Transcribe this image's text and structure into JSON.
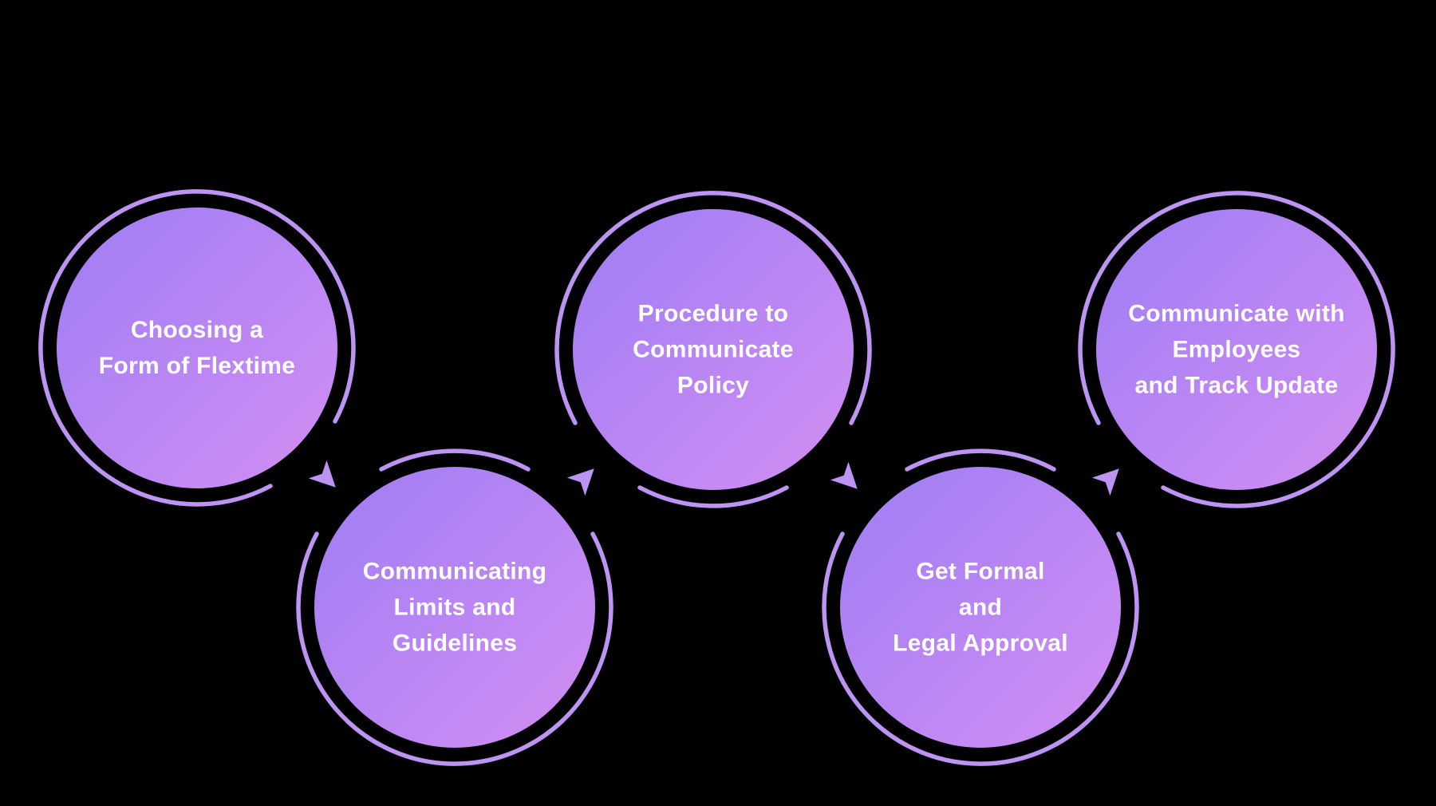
{
  "background_color": "#000000",
  "diagram": {
    "type": "circular-process-flow",
    "title": "",
    "nodes": [
      {
        "id": 1,
        "label": "Choosing a\nForm of Flextime"
      },
      {
        "id": 2,
        "label": "Communicating\nLimits and\nGuidelines"
      },
      {
        "id": 3,
        "label": "Procedure to\nCommunicate\nPolicy"
      },
      {
        "id": 4,
        "label": "Get Formal\nand\nLegal Approval"
      },
      {
        "id": 5,
        "label": "Communicate with\nEmployees\nand Track Update"
      }
    ],
    "connections": [
      {
        "from": 1,
        "to": 2
      },
      {
        "from": 2,
        "to": 3
      },
      {
        "from": 3,
        "to": 4
      },
      {
        "from": 4,
        "to": 5
      }
    ],
    "colors": {
      "circle_gradient_start": "#9e7df4",
      "circle_gradient_end": "#d38ef3",
      "ring": "#bd93f4",
      "text": "#ffffff",
      "background": "#000000"
    }
  }
}
